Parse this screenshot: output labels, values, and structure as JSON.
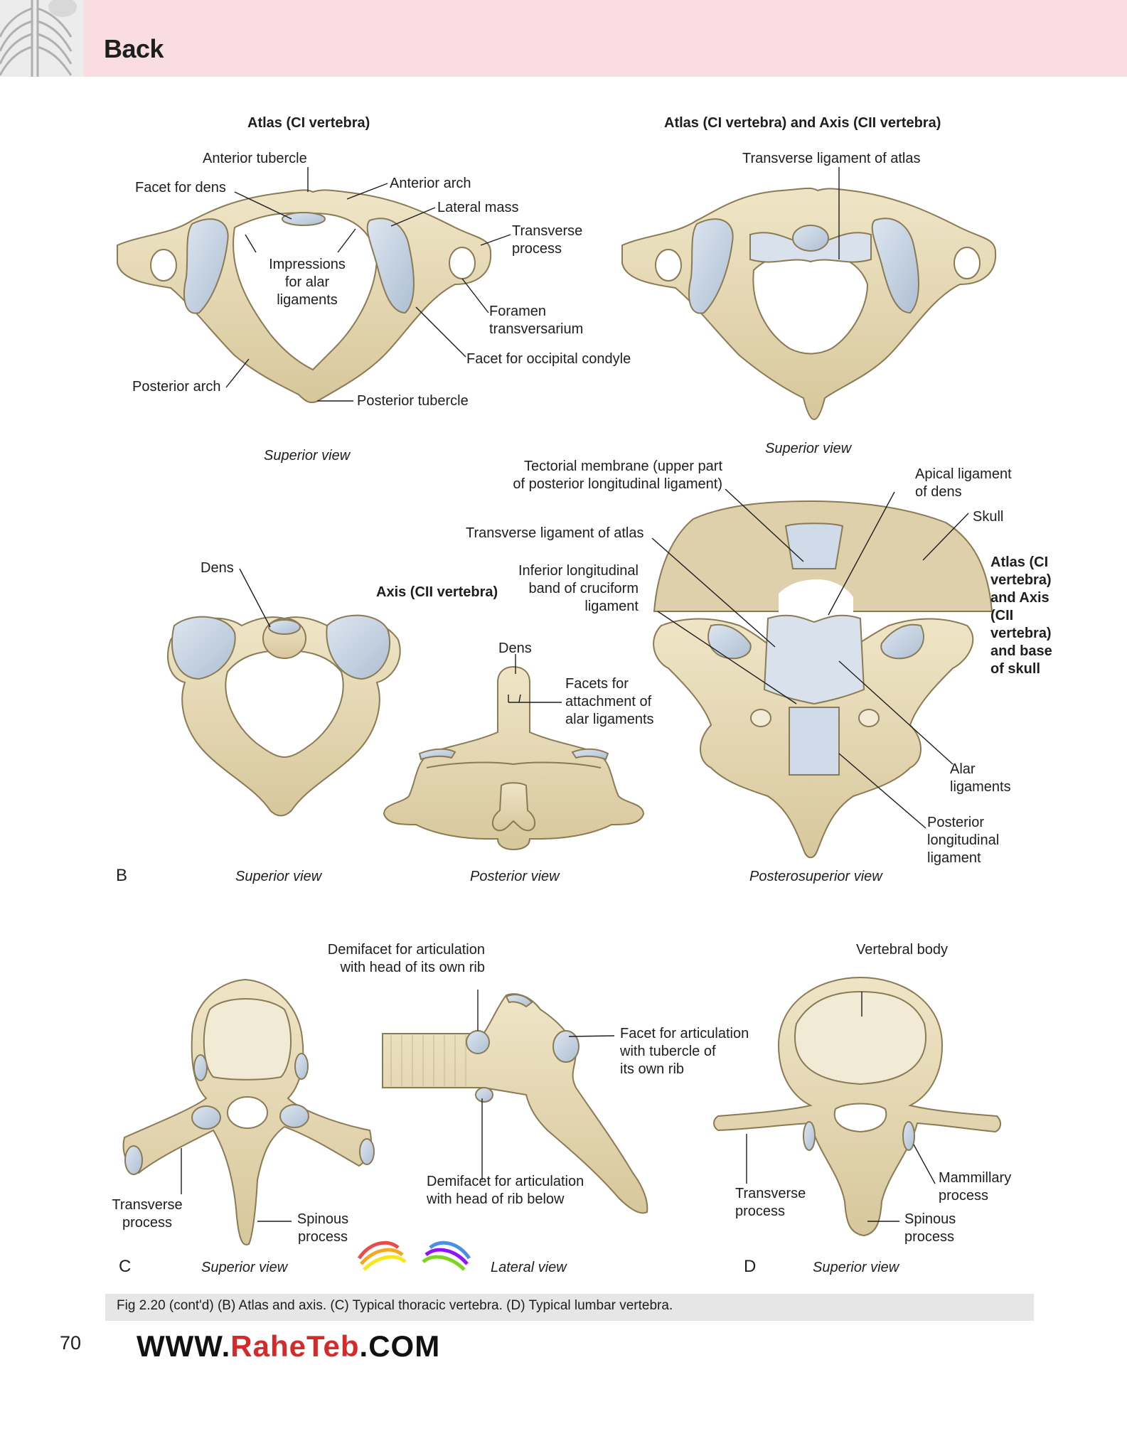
{
  "header": {
    "title": "Back"
  },
  "panel_b": {
    "atlas_title": "Atlas (CI vertebra)",
    "atlas_axis_title": "Atlas (CI vertebra) and Axis (CII vertebra)",
    "atlas_labels": {
      "anterior_tubercle": "Anterior tubercle",
      "facet_for_dens": "Facet for dens",
      "anterior_arch": "Anterior arch",
      "lateral_mass": "Lateral mass",
      "transverse_process": "Transverse\nprocess",
      "impressions": "Impressions\nfor alar\nligaments",
      "foramen": "Foramen\ntransversarium",
      "facet_occipital": "Facet for occipital condyle",
      "posterior_arch": "Posterior arch",
      "posterior_tubercle": "Posterior tubercle"
    },
    "atlas_axis_labels": {
      "transverse_ligament": "Transverse ligament of atlas"
    },
    "axis_title": "Axis (CII vertebra)",
    "axis_labels": {
      "dens_superior": "Dens",
      "dens_posterior": "Dens",
      "facets_alar": "Facets for\nattachment of\nalar ligaments"
    },
    "posterosuperior_labels": {
      "tectorial": "Tectorial membrane (upper part\nof posterior longitudinal ligament)",
      "apical": "Apical ligament\nof dens",
      "skull": "Skull",
      "transverse_ligament": "Transverse ligament of atlas",
      "inferior_band": "Inferior longitudinal\nband of cruciform\nligament",
      "alar": "Alar\nligaments",
      "posterior_longitudinal": "Posterior\nlongitudinal\nligament"
    },
    "posterosuperior_title": "Atlas (CI\nvertebra)\nand Axis\n(CII\nvertebra)\nand base\nof skull",
    "views": {
      "atlas_superior": "Superior view",
      "atlas_axis_superior": "Superior view",
      "axis_superior": "Superior view",
      "axis_posterior": "Posterior view",
      "posterosuperior": "Posterosuperior view"
    },
    "letter": "B"
  },
  "panel_c": {
    "labels": {
      "demifacet_own": "Demifacet for articulation\nwith head of its own rib",
      "facet_tubercle": "Facet for articulation\nwith tubercle of\nits own rib",
      "demifacet_below": "Demifacet for articulation\nwith head of rib below",
      "transverse_process": "Transverse\nprocess",
      "spinous_process": "Spinous\nprocess"
    },
    "views": {
      "superior": "Superior view",
      "lateral": "Lateral view"
    },
    "letter": "C"
  },
  "panel_d": {
    "labels": {
      "vertebral_body": "Vertebral body",
      "mammillary": "Mammillary\nprocess",
      "transverse_process": "Transverse\nprocess",
      "spinous_process": "Spinous\nprocess"
    },
    "views": {
      "superior": "Superior view"
    },
    "letter": "D"
  },
  "caption": {
    "text": "Fig 2.20 (cont'd) (B) Atlas and axis. (C) Typical thoracic vertebra. (D) Typical lumbar vertebra."
  },
  "page_number": "70",
  "watermark": {
    "prefix": "WWW.",
    "brand": "RaheTeb",
    "suffix": ".COM"
  },
  "colors": {
    "bone": "#e8dcb8",
    "bone_edge": "#8a7a55",
    "cartilage": "#c6d3e2",
    "header": "#fadde3",
    "caption_bg": "#e6e6e6"
  }
}
